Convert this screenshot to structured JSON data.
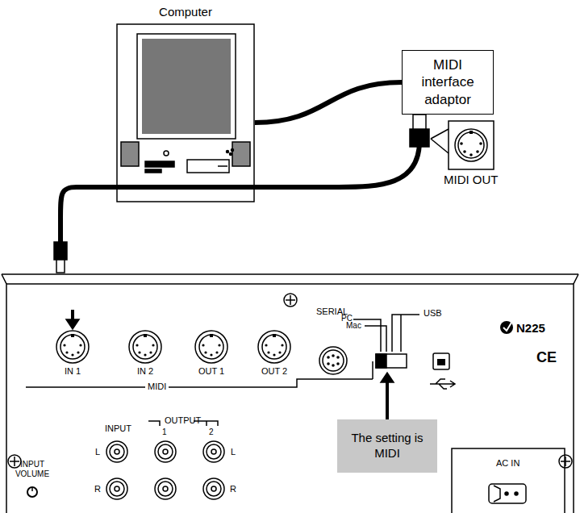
{
  "diagram": {
    "nodes": [
      {
        "text": [
          "Computer"
        ]
      },
      {
        "text": [
          "MIDI interface adaptor"
        ]
      },
      {
        "text": [
          "The setting is MIDI"
        ]
      }
    ],
    "edges": [
      {
        "from": 0,
        "to": 1,
        "arrow": "none"
      }
    ],
    "labels": [
      "MIDI OUT",
      "IN 1",
      "IN 2",
      "OUT 1",
      "OUT 2",
      "MIDI",
      "SERIAL",
      "PC",
      "Mac",
      "USB",
      "N225",
      "CE",
      "INPUT",
      "OUTPUT",
      "1",
      "2",
      "L",
      "R",
      "L",
      "R",
      "INPUT VOLUME",
      "AC IN"
    ]
  }
}
